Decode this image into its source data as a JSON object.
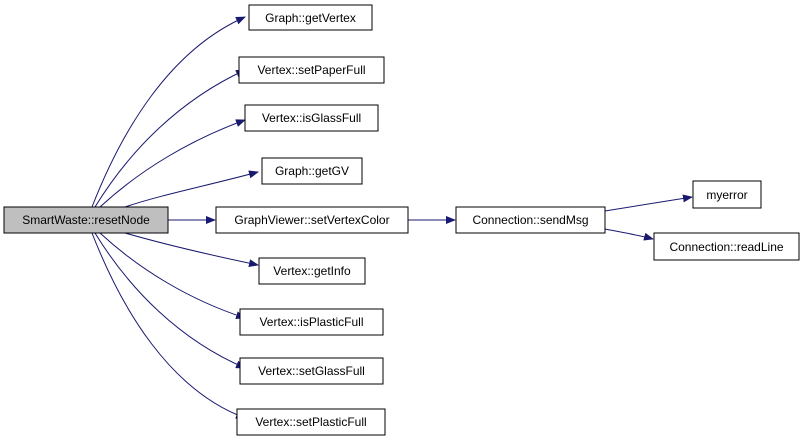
{
  "colors": {
    "edge": "#191970",
    "root_fill": "#bfbfbf",
    "node_fill": "#ffffff",
    "border": "#000000"
  },
  "nodes": {
    "root": "SmartWaste::resetNode",
    "getVertex": "Graph::getVertex",
    "setPaperFull": "Vertex::setPaperFull",
    "isGlassFull": "Vertex::isGlassFull",
    "getGV": "Graph::getGV",
    "setVertexColor": "GraphViewer::setVertexColor",
    "getInfo": "Vertex::getInfo",
    "isPlasticFull": "Vertex::isPlasticFull",
    "setGlassFull": "Vertex::setGlassFull",
    "setPlasticFull": "Vertex::setPlasticFull",
    "sendMsg": "Connection::sendMsg",
    "myerror": "myerror",
    "readLine": "Connection::readLine"
  },
  "edges": [
    [
      "root",
      "getVertex"
    ],
    [
      "root",
      "setPaperFull"
    ],
    [
      "root",
      "isGlassFull"
    ],
    [
      "root",
      "getGV"
    ],
    [
      "root",
      "setVertexColor"
    ],
    [
      "root",
      "getInfo"
    ],
    [
      "root",
      "isPlasticFull"
    ],
    [
      "root",
      "setGlassFull"
    ],
    [
      "root",
      "setPlasticFull"
    ],
    [
      "setVertexColor",
      "sendMsg"
    ],
    [
      "sendMsg",
      "myerror"
    ],
    [
      "sendMsg",
      "readLine"
    ]
  ]
}
